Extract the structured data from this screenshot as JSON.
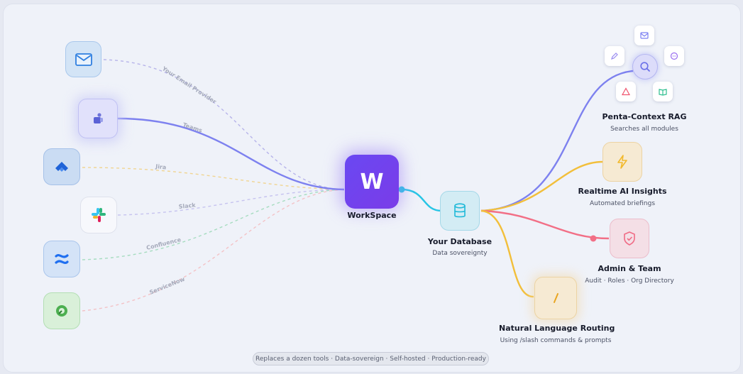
{
  "hub": {
    "logo_letter": "W",
    "label": "WorkSpace"
  },
  "database": {
    "title": "Your Database",
    "subtitle": "Data sovereignty"
  },
  "sources": [
    {
      "label": "Your Email Provider",
      "icon": "envelope-icon",
      "color": "#3b8ee8"
    },
    {
      "label": "Teams",
      "icon": "teams-icon",
      "color": "#5b62d6"
    },
    {
      "label": "Jira",
      "icon": "jira-icon",
      "color": "#2b6ee0"
    },
    {
      "label": "Slack",
      "icon": "slack-icon",
      "color": "#e01e5a"
    },
    {
      "label": "Confluence",
      "icon": "confluence-icon",
      "color": "#1f6ff0"
    },
    {
      "label": "ServiceNow",
      "icon": "servicenow-icon",
      "color": "#4caf50"
    }
  ],
  "features": [
    {
      "title": "Penta-Context RAG",
      "subtitle": "Searches all modules",
      "icon": "search-icon",
      "color": "#7b7ff2"
    },
    {
      "title": "Realtime AI Insights",
      "subtitle": "Automated briefings",
      "icon": "lightning-icon",
      "color": "#f2b92c"
    },
    {
      "title": "Admin & Team",
      "subtitle": "Audit · Roles · Org Directory",
      "icon": "shield-icon",
      "color": "#f06b85"
    },
    {
      "title": "Natural Language Routing",
      "subtitle": "Using /slash commands & prompts",
      "icon": "slash-icon",
      "color": "#f2b92c"
    }
  ],
  "rag_modules": [
    "mail-icon",
    "edit-icon",
    "chat-icon",
    "alert-icon",
    "book-icon"
  ],
  "footer": "Replaces a dozen tools · Data-sovereign · Self-hosted · Production-ready",
  "colors": {
    "hub": "#6a3cf0",
    "database": "#27c5e5",
    "teams_wire": "#7b7ff2"
  }
}
